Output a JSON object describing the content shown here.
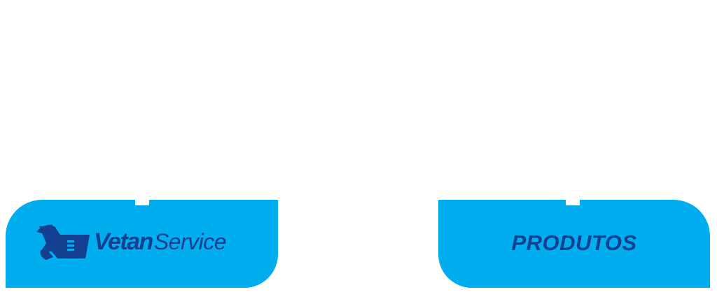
{
  "nav": {
    "service_card": {
      "brand_bold": "Vetan",
      "brand_light": "Service",
      "icon": "wrench-icon"
    },
    "products_card": {
      "label": "PRODUTOS"
    }
  },
  "colors": {
    "card_background": "#00adee",
    "brand_text": "#123f90",
    "page_background": "#ffffff"
  }
}
